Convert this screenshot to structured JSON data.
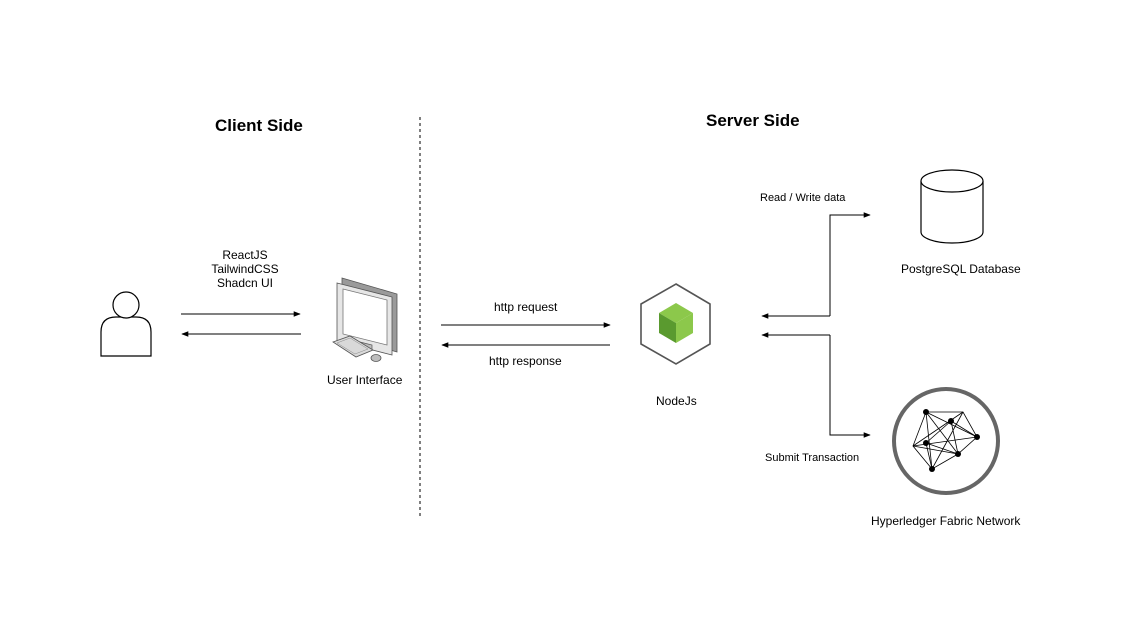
{
  "headings": {
    "client": "Client Side",
    "server": "Server Side"
  },
  "client": {
    "tech_stack": [
      "ReactJS",
      "TailwindCSS",
      "Shadcn UI"
    ],
    "ui_label": "User Interface"
  },
  "server": {
    "http_request": "http request",
    "http_response": "http response",
    "nodejs_label": "NodeJs",
    "read_write": "Read / Write data",
    "postgres_label": "PostgreSQL Database",
    "submit_tx": "Submit Transaction",
    "fabric_label": "Hyperledger Fabric Network"
  },
  "icons": {
    "user": "user-icon",
    "computer": "computer-icon",
    "nodejs": "nodejs-icon",
    "database": "database-icon",
    "fabric": "hyperledger-fabric-icon"
  },
  "colors": {
    "node_green": "#8cc84b",
    "node_dark_green": "#5a9a2f",
    "fabric_ring": "#666666"
  }
}
